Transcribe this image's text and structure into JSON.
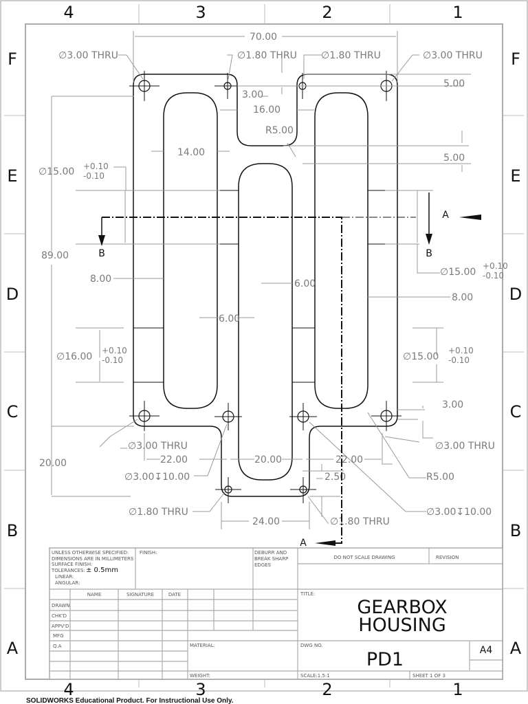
{
  "zones": {
    "columns": [
      "4",
      "3",
      "2",
      "1"
    ],
    "rows": [
      "F",
      "E",
      "D",
      "C",
      "B",
      "A"
    ]
  },
  "dims": [
    "70.00",
    "∅3.00 THRU",
    "∅1.80 THRU",
    "∅1.80 THRU",
    "∅3.00 THRU",
    "5.00",
    "3.00",
    "16.00",
    "R5.00",
    "5.00",
    "14.00",
    "∅15.00",
    "89.00",
    "∅15.00",
    "8.00",
    "6.00",
    "8.00",
    "6.00",
    "∅16.00",
    "∅15.00",
    "3.00",
    "∅3.00 THRU",
    "∅3.00 THRU",
    "22.00",
    "20.00",
    "22.00",
    "20.00",
    "∅3.00↧10.00",
    "2.50",
    "R5.00",
    "∅1.80 THRU",
    "∅3.00↧10.00",
    "24.00",
    "∅1.80 THRU"
  ],
  "tolerances": {
    "plus": "+0.10",
    "minus": "-0.10"
  },
  "section_labels": {
    "a": "A",
    "b": "B"
  },
  "title_block": {
    "notes": [
      "UNLESS OTHERWISE SPECIFIED:",
      "DIMENSIONS ARE IN MILLIMETERS",
      "SURFACE FINISH:",
      "TOLERANCES:",
      "LINEAR:",
      "ANGULAR:"
    ],
    "tolerance_value": "± 0.5mm",
    "finish": "FINISH:",
    "deburr": [
      "DEBURR AND",
      "BREAK SHARP",
      "EDGES"
    ],
    "do_not_scale": "DO NOT SCALE DRAWING",
    "revision": "REVISION",
    "headers": [
      "NAME",
      "SIGNATURE",
      "DATE"
    ],
    "roles": [
      "DRAWN",
      "CHK'D",
      "APPV'D",
      "MFG",
      "Q.A"
    ],
    "material": "MATERIAL:",
    "weight": "WEIGHT:",
    "title_label": "TITLE:",
    "title": [
      "GEARBOX",
      "HOUSING"
    ],
    "dwg_no_label": "DWG NO.",
    "dwg_no": "PD1",
    "size": "A4",
    "scale": "SCALE:1.5:1",
    "sheet": "SHEET 1 OF 3"
  },
  "watermark": "SOLIDWORKS Educational Product. For Instructional Use Only."
}
